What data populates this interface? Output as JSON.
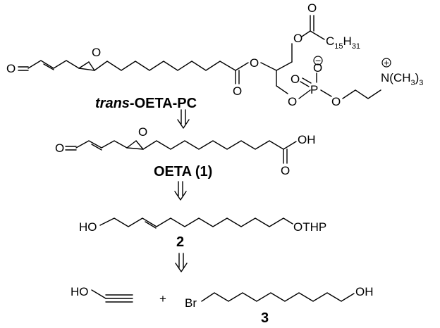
{
  "scheme": {
    "compound_top": {
      "name_italic": "trans",
      "name_rest": "-OETA-PC",
      "atoms": {
        "aldehyde_o": "O",
        "epoxide_o": "O",
        "ester_o": "O",
        "ester_carbonyl_o": "O",
        "acyl_o": "O",
        "acyl_carbonyl_o": "O",
        "acyl_chain": "C",
        "acyl_chain_sub1": "15",
        "acyl_chain_h": "H",
        "acyl_chain_sub2": "31",
        "phosphate_o1": "O",
        "phosphate_dbl_o": "O",
        "phosphate_p": "P",
        "phosphate_o_neg": "O",
        "phosphate_o2": "O",
        "neg_charge": "−",
        "pos_charge": "+",
        "ammonium": "N(CH",
        "ammonium_sub1": "3",
        "ammonium_close": ")",
        "ammonium_sub2": "3"
      }
    },
    "compound_1": {
      "name": "OETA (1)",
      "atoms": {
        "aldehyde_o": "O",
        "epoxide_o": "O",
        "acid_oh": "OH",
        "acid_carbonyl_o": "O"
      }
    },
    "compound_2": {
      "name": "2",
      "atoms": {
        "ho": "HO",
        "othp": "OTHP"
      }
    },
    "compound_propargyl": {
      "atoms": {
        "ho": "HO"
      }
    },
    "plus": "+",
    "compound_3": {
      "name": "3",
      "atoms": {
        "br": "Br",
        "oh": "OH"
      }
    }
  }
}
